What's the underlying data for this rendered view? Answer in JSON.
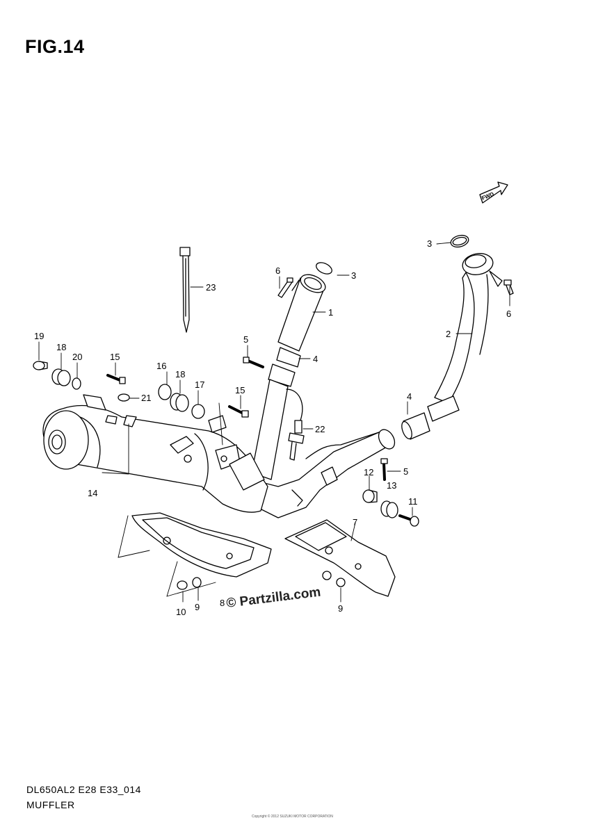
{
  "figure": {
    "title": "FIG.14"
  },
  "direction_tag": "FWD",
  "callouts": [
    {
      "id": "c23",
      "label": "23"
    },
    {
      "id": "c6a",
      "label": "6"
    },
    {
      "id": "c3a",
      "label": "3"
    },
    {
      "id": "c3b",
      "label": "3"
    },
    {
      "id": "c1",
      "label": "1"
    },
    {
      "id": "c6b",
      "label": "6"
    },
    {
      "id": "c2",
      "label": "2"
    },
    {
      "id": "c5a",
      "label": "5"
    },
    {
      "id": "c4a",
      "label": "4"
    },
    {
      "id": "c4b",
      "label": "4"
    },
    {
      "id": "c19",
      "label": "19"
    },
    {
      "id": "c18a",
      "label": "18"
    },
    {
      "id": "c20",
      "label": "20"
    },
    {
      "id": "c15a",
      "label": "15"
    },
    {
      "id": "c16",
      "label": "16"
    },
    {
      "id": "c18b",
      "label": "18"
    },
    {
      "id": "c17",
      "label": "17"
    },
    {
      "id": "c21",
      "label": "21"
    },
    {
      "id": "c15b",
      "label": "15"
    },
    {
      "id": "c22",
      "label": "22"
    },
    {
      "id": "c14",
      "label": "14"
    },
    {
      "id": "c12",
      "label": "12"
    },
    {
      "id": "c5b",
      "label": "5"
    },
    {
      "id": "c13",
      "label": "13"
    },
    {
      "id": "c11",
      "label": "11"
    },
    {
      "id": "c7",
      "label": "7"
    },
    {
      "id": "c8",
      "label": "8"
    },
    {
      "id": "c10",
      "label": "10"
    },
    {
      "id": "c9a",
      "label": "9"
    },
    {
      "id": "c9b",
      "label": "9"
    }
  ],
  "watermark": "© Partzilla.com",
  "footer": {
    "code": "DL650AL2 E28 E33_014",
    "name": "MUFFLER"
  },
  "copyright": "Copyright © 2012 SUZUKI MOTOR CORPORATION"
}
